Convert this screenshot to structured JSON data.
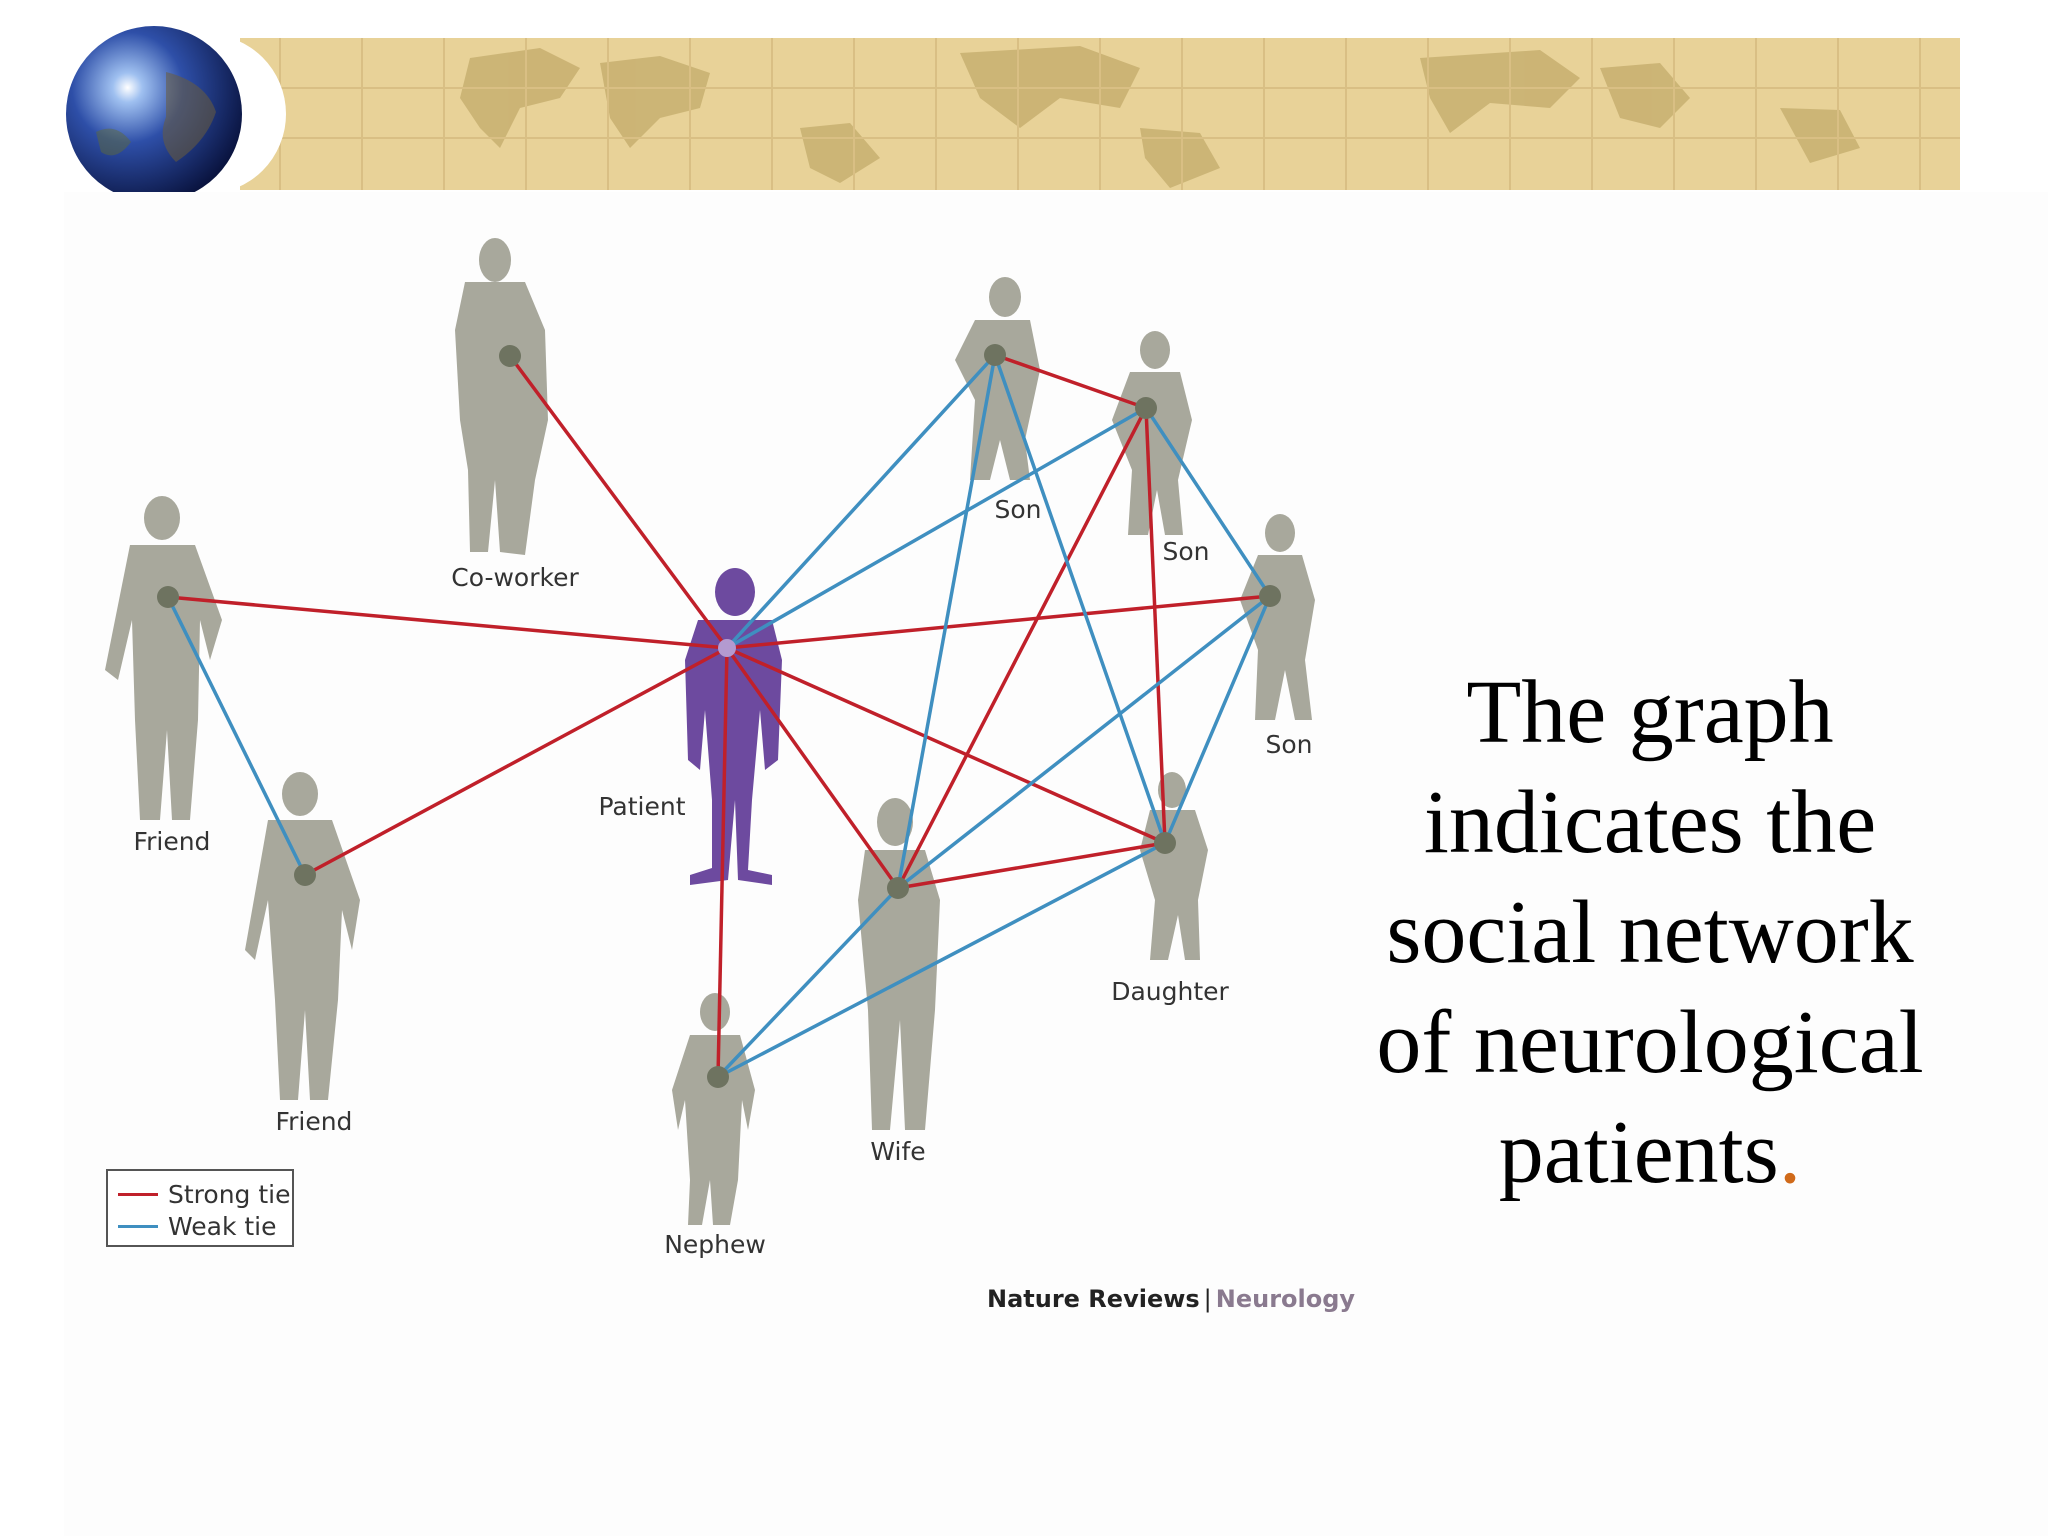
{
  "slide": {
    "text_lines": [
      "The graph",
      "indicates the",
      "social network",
      "of neurological",
      "patients"
    ],
    "text_end_punct": ".",
    "credit": {
      "journal": "Nature Reviews",
      "separator": "|",
      "field": "Neurology"
    }
  },
  "legend": {
    "strong": {
      "label": "Strong tie",
      "color": "#c0202a"
    },
    "weak": {
      "label": "Weak tie",
      "color": "#3f8fc0"
    }
  },
  "colors": {
    "silhouette": "#a8a89c",
    "patient": "#6d4a9f",
    "node": "#6e7360",
    "banner": "#e6cf96",
    "banner_land": "#c6ad6e"
  },
  "icons": [
    "globe-icon",
    "world-map-banner"
  ],
  "network": {
    "nodes": [
      {
        "id": "coworker",
        "label": "Co-worker"
      },
      {
        "id": "friend1",
        "label": "Friend"
      },
      {
        "id": "friend2",
        "label": "Friend"
      },
      {
        "id": "patient",
        "label": "Patient"
      },
      {
        "id": "son1",
        "label": "Son"
      },
      {
        "id": "son2",
        "label": "Son"
      },
      {
        "id": "son3",
        "label": "Son"
      },
      {
        "id": "daughter",
        "label": "Daughter"
      },
      {
        "id": "wife",
        "label": "Wife"
      },
      {
        "id": "nephew",
        "label": "Nephew"
      }
    ],
    "edges": [
      {
        "from": "patient",
        "to": "coworker",
        "tie": "strong"
      },
      {
        "from": "patient",
        "to": "friend1",
        "tie": "strong"
      },
      {
        "from": "patient",
        "to": "friend2",
        "tie": "strong"
      },
      {
        "from": "patient",
        "to": "son3",
        "tie": "strong"
      },
      {
        "from": "patient",
        "to": "wife",
        "tie": "strong"
      },
      {
        "from": "patient",
        "to": "daughter",
        "tie": "strong"
      },
      {
        "from": "patient",
        "to": "nephew",
        "tie": "strong"
      },
      {
        "from": "son1",
        "to": "son2",
        "tie": "strong"
      },
      {
        "from": "son2",
        "to": "wife",
        "tie": "strong"
      },
      {
        "from": "son2",
        "to": "daughter",
        "tie": "strong"
      },
      {
        "from": "wife",
        "to": "daughter",
        "tie": "strong"
      },
      {
        "from": "friend1",
        "to": "friend2",
        "tie": "weak"
      },
      {
        "from": "patient",
        "to": "son1",
        "tie": "weak"
      },
      {
        "from": "patient",
        "to": "son2",
        "tie": "weak"
      },
      {
        "from": "son1",
        "to": "wife",
        "tie": "weak"
      },
      {
        "from": "son1",
        "to": "daughter",
        "tie": "weak"
      },
      {
        "from": "son2",
        "to": "son3",
        "tie": "weak"
      },
      {
        "from": "son3",
        "to": "wife",
        "tie": "weak"
      },
      {
        "from": "son3",
        "to": "daughter",
        "tie": "weak"
      },
      {
        "from": "wife",
        "to": "nephew",
        "tie": "weak"
      },
      {
        "from": "daughter",
        "to": "nephew",
        "tie": "weak"
      }
    ]
  }
}
